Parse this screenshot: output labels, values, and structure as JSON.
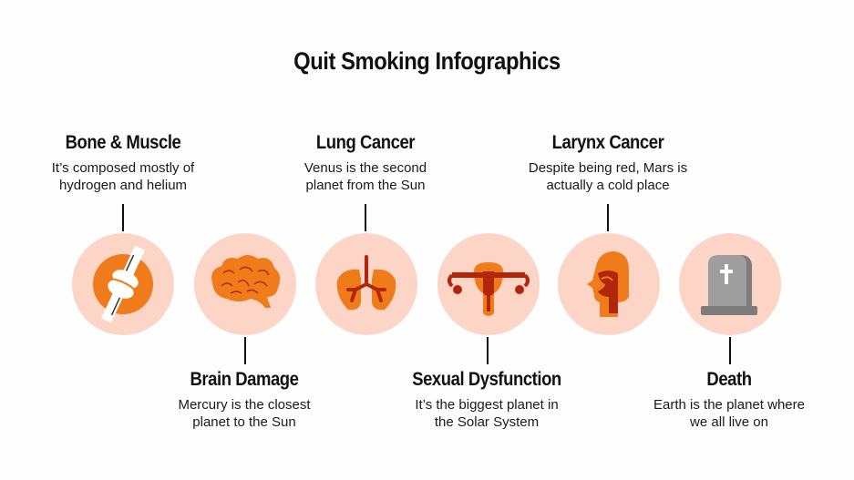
{
  "title": "Quit Smoking Infographics",
  "colors": {
    "circle_bg": "#fcd5c7",
    "orange": "#f07b1a",
    "dark_red": "#b3260e",
    "gray": "#9a9a9a"
  },
  "items": [
    {
      "heading": "Bone & Muscle",
      "description_line1": "It’s composed mostly of",
      "description_line2": "hydrogen and helium",
      "icon": "bone-joint-icon",
      "position": "top"
    },
    {
      "heading": "Brain Damage",
      "description_line1": "Mercury is the closest",
      "description_line2": "planet to the Sun",
      "icon": "brain-icon",
      "position": "bottom"
    },
    {
      "heading": "Lung Cancer",
      "description_line1": "Venus is the second",
      "description_line2": "planet from the Sun",
      "icon": "lungs-icon",
      "position": "top"
    },
    {
      "heading": "Sexual Dysfunction",
      "description_line1": "It’s the biggest planet in",
      "description_line2": "the Solar System",
      "icon": "uterus-icon",
      "position": "bottom"
    },
    {
      "heading": "Larynx Cancer",
      "description_line1": "Despite being red, Mars is",
      "description_line2": "actually a cold place",
      "icon": "larynx-head-icon",
      "position": "top"
    },
    {
      "heading": "Death",
      "description_line1": "Earth is the planet where",
      "description_line2": "we all live on",
      "icon": "tombstone-icon",
      "position": "bottom"
    }
  ]
}
